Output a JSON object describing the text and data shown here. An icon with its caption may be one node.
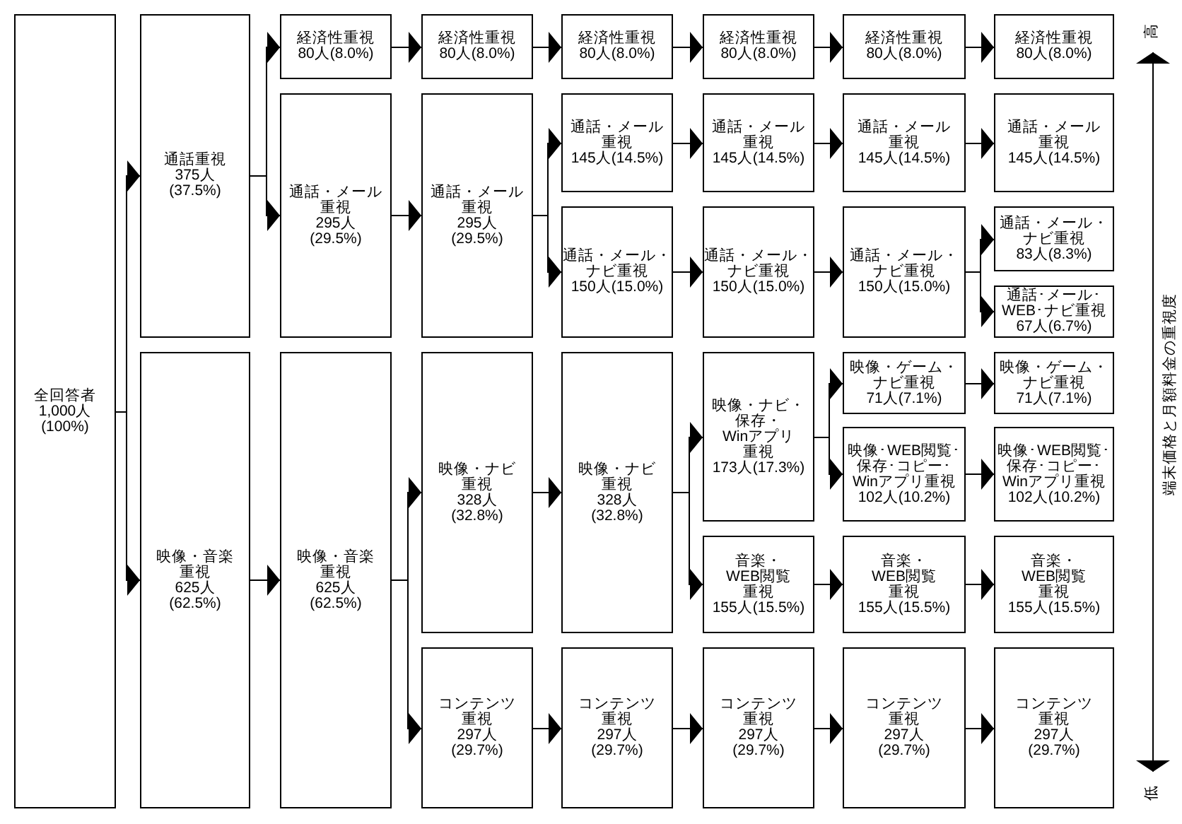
{
  "diagram": {
    "nodes": [
      {
        "text": [
          "全回答者1,000人(100%)"
        ]
      },
      {
        "text": [
          "通話重視375人(37.5%)"
        ]
      },
      {
        "text": [
          "映像・音楽重視625人(62.5%)"
        ]
      },
      {
        "text": [
          "経済性重視80人(8.0%)"
        ]
      },
      {
        "text": [
          "通話・メール重視295人(29.5%)"
        ]
      },
      {
        "text": [
          "映像・音楽重視625人(62.5%)"
        ]
      },
      {
        "text": [
          "経済性重視80人(8.0%)"
        ]
      },
      {
        "text": [
          "通話・メール重視295人(29.5%)"
        ]
      },
      {
        "text": [
          "映像・ナビ重視328人(32.8%)"
        ]
      },
      {
        "text": [
          "コンテンツ重視297人(29.7%)"
        ]
      },
      {
        "text": [
          "経済性重視80人(8.0%)"
        ]
      },
      {
        "text": [
          "通話・メール重視145人(14.5%)"
        ]
      },
      {
        "text": [
          "通話・メール・ナビ重視150人(15.0%)"
        ]
      },
      {
        "text": [
          "映像・ナビ重視328人(32.8%)"
        ]
      },
      {
        "text": [
          "コンテンツ重視297人(29.7%)"
        ]
      },
      {
        "text": [
          "経済性重視80人(8.0%)"
        ]
      },
      {
        "text": [
          "通話・メール重視145人(14.5%)"
        ]
      },
      {
        "text": [
          "通話・メール・ナビ重視150人(15.0%)"
        ]
      },
      {
        "text": [
          "映像・ナビ・保存・Winアプリ重視173人(17.3%)"
        ]
      },
      {
        "text": [
          "音楽・WEB閲覧重視155人(15.5%)"
        ]
      },
      {
        "text": [
          "コンテンツ重視297人(29.7%)"
        ]
      },
      {
        "text": [
          "経済性重視80人(8.0%)"
        ]
      },
      {
        "text": [
          "通話・メール重視145人(14.5%)"
        ]
      },
      {
        "text": [
          "通話・メール・ナビ重視150人(15.0%)"
        ]
      },
      {
        "text": [
          "映像・ゲーム・ナビ重視71人(7.1%)"
        ]
      },
      {
        "text": [
          "映像･WEB閲覧･保存･コピー･Winアプリ重視102人(10.2%)"
        ]
      },
      {
        "text": [
          "音楽・WEB閲覧重視155人(15.5%)"
        ]
      },
      {
        "text": [
          "コンテンツ重視297人(29.7%)"
        ]
      },
      {
        "text": [
          "経済性重視80人(8.0%)"
        ]
      },
      {
        "text": [
          "通話・メール重視145人(14.5%)"
        ]
      },
      {
        "text": [
          "通話・メール・ナビ重視83人(8.3%)"
        ]
      },
      {
        "text": [
          "通話･メール･WEB･ナビ重視67人(6.7%)"
        ]
      },
      {
        "text": [
          "映像・ゲーム・ナビ重視71人(7.1%)"
        ]
      },
      {
        "text": [
          "映像･WEB閲覧･保存･コピー･Winアプリ重視102人(10.2%)"
        ]
      },
      {
        "text": [
          "音楽・WEB閲覧重視155人(15.5%)"
        ]
      },
      {
        "text": [
          "コンテンツ重視297人(29.7%)"
        ]
      }
    ],
    "edges": [
      {
        "from": 0,
        "to": 1,
        "arrow": "to"
      },
      {
        "from": 0,
        "to": 2,
        "arrow": "to"
      },
      {
        "from": 1,
        "to": 3,
        "arrow": "to"
      },
      {
        "from": 1,
        "to": 4,
        "arrow": "to"
      },
      {
        "from": 2,
        "to": 5,
        "arrow": "to"
      },
      {
        "from": 3,
        "to": 6,
        "arrow": "to"
      },
      {
        "from": 4,
        "to": 7,
        "arrow": "to"
      },
      {
        "from": 5,
        "to": 8,
        "arrow": "to"
      },
      {
        "from": 5,
        "to": 9,
        "arrow": "to"
      },
      {
        "from": 6,
        "to": 10,
        "arrow": "to"
      },
      {
        "from": 7,
        "to": 11,
        "arrow": "to"
      },
      {
        "from": 7,
        "to": 12,
        "arrow": "to"
      },
      {
        "from": 8,
        "to": 13,
        "arrow": "to"
      },
      {
        "from": 9,
        "to": 14,
        "arrow": "to"
      },
      {
        "from": 10,
        "to": 15,
        "arrow": "to"
      },
      {
        "from": 11,
        "to": 16,
        "arrow": "to"
      },
      {
        "from": 12,
        "to": 17,
        "arrow": "to"
      },
      {
        "from": 13,
        "to": 18,
        "arrow": "to"
      },
      {
        "from": 13,
        "to": 19,
        "arrow": "to"
      },
      {
        "from": 14,
        "to": 20,
        "arrow": "to"
      },
      {
        "from": 15,
        "to": 21,
        "arrow": "to"
      },
      {
        "from": 16,
        "to": 22,
        "arrow": "to"
      },
      {
        "from": 17,
        "to": 23,
        "arrow": "to"
      },
      {
        "from": 18,
        "to": 24,
        "arrow": "to"
      },
      {
        "from": 18,
        "to": 25,
        "arrow": "to"
      },
      {
        "from": 19,
        "to": 26,
        "arrow": "to"
      },
      {
        "from": 20,
        "to": 27,
        "arrow": "to"
      },
      {
        "from": 21,
        "to": 28,
        "arrow": "to"
      },
      {
        "from": 22,
        "to": 29,
        "arrow": "to"
      },
      {
        "from": 23,
        "to": 30,
        "arrow": "to"
      },
      {
        "from": 23,
        "to": 31,
        "arrow": "to"
      },
      {
        "from": 24,
        "to": 32,
        "arrow": "to"
      },
      {
        "from": 25,
        "to": 33,
        "arrow": "to"
      },
      {
        "from": 26,
        "to": 34,
        "arrow": "to"
      },
      {
        "from": 27,
        "to": 35,
        "arrow": "to"
      }
    ],
    "labels": [
      "高",
      "端末価格と月額料金の重視度",
      "低"
    ]
  }
}
